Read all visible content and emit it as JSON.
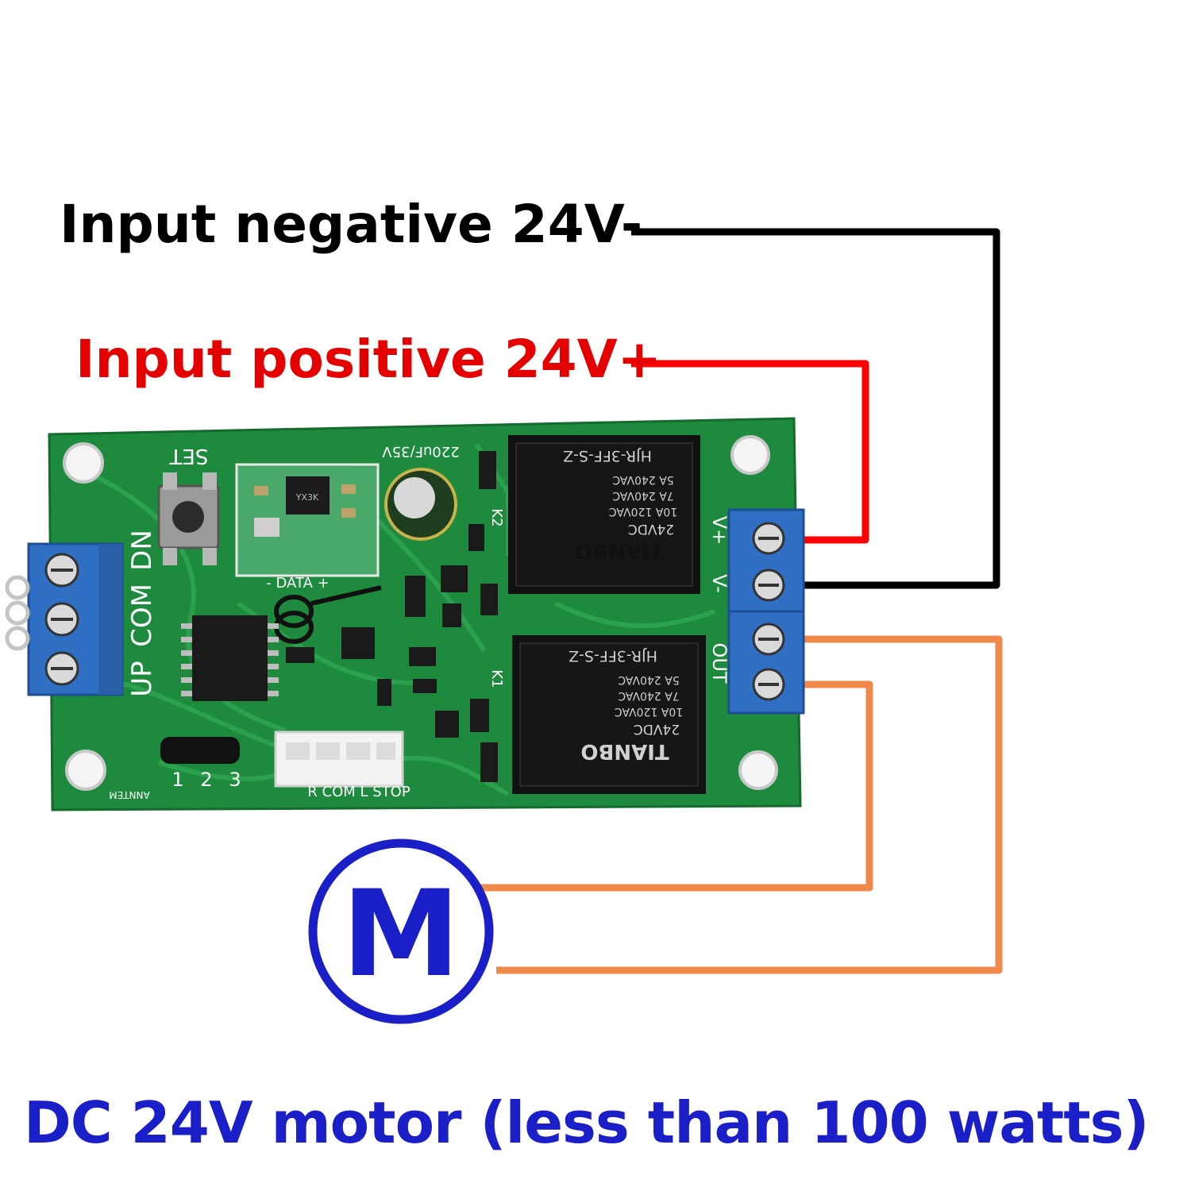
{
  "labels": {
    "negative": "Input negative 24V-",
    "positive": "Input positive 24V+",
    "motor_symbol": "M",
    "caption": "DC 24V motor (less than 100 watts)"
  },
  "pcb": {
    "left_terminal": [
      "UP",
      "COM",
      "DN"
    ],
    "button": "SET",
    "capacitor": "220uF/35V",
    "data_pins": "- DATA + ",
    "jumper_pins": [
      "1",
      "2",
      "3"
    ],
    "connector": "R COM L STOP",
    "right_terminal_top": "V+",
    "right_terminal_mid": "V-",
    "right_terminal_out": "OUT",
    "relay_k2": "K2",
    "relay_k1": "K1",
    "maker": "ANNTEM",
    "module_chip": "YX3K"
  },
  "relay": {
    "brand": "TIANBO",
    "coil": "24VDC",
    "rating1": "10A 120VAC",
    "rating2": "7A 240VAC",
    "rating3": "5A 240VAC",
    "model": "HJR-3FF-S-Z"
  },
  "colors": {
    "negative_wire": "#000000",
    "positive_wire": "#ff0000",
    "motor_wire": "#f08a4b",
    "caption": "#1a1fc8",
    "positive_text": "#e50000",
    "pcb_green": "#1d8a3d",
    "terminal_blue": "#2f6fc4"
  }
}
